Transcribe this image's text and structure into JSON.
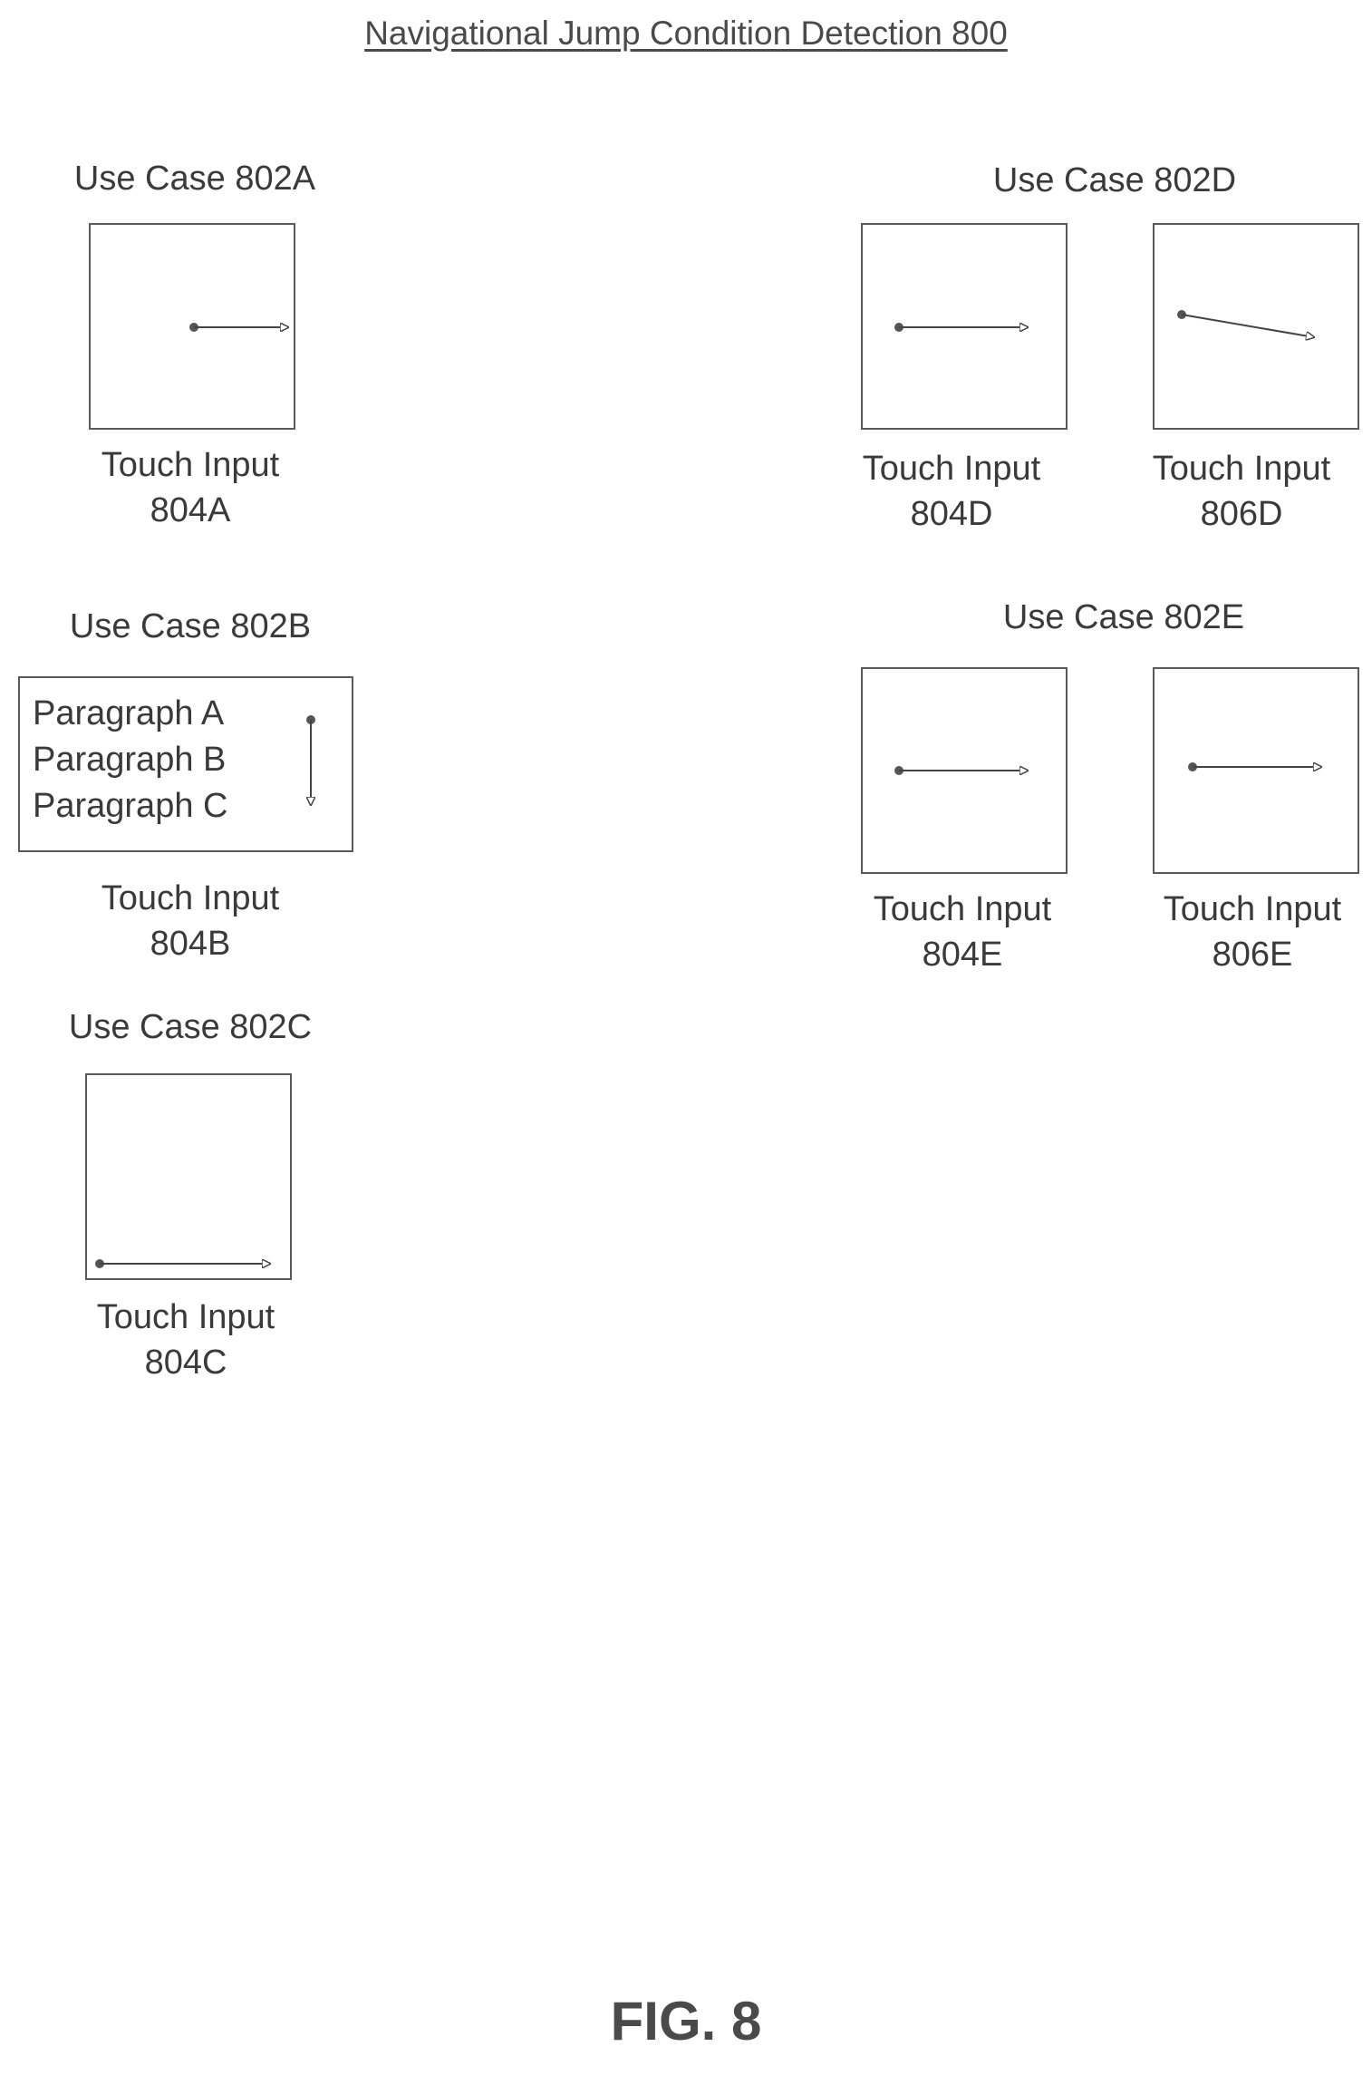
{
  "title": "Navigational Jump Condition Detection 800",
  "figure_label": "FIG. 8",
  "use_cases": {
    "a": {
      "label": "Use Case 802A",
      "inputs": [
        {
          "line1": "Touch Input",
          "line2": "804A"
        }
      ]
    },
    "b": {
      "label": "Use Case 802B",
      "paragraphs": [
        "Paragraph A",
        "Paragraph B",
        "Paragraph C"
      ],
      "inputs": [
        {
          "line1": "Touch Input",
          "line2": "804B"
        }
      ]
    },
    "c": {
      "label": "Use Case 802C",
      "inputs": [
        {
          "line1": "Touch Input",
          "line2": "804C"
        }
      ]
    },
    "d": {
      "label": "Use Case 802D",
      "inputs": [
        {
          "line1": "Touch Input",
          "line2": "804D"
        },
        {
          "line1": "Touch Input",
          "line2": "806D"
        }
      ]
    },
    "e": {
      "label": "Use Case 802E",
      "inputs": [
        {
          "line1": "Touch Input",
          "line2": "804E"
        },
        {
          "line1": "Touch Input",
          "line2": "806E"
        }
      ]
    }
  }
}
